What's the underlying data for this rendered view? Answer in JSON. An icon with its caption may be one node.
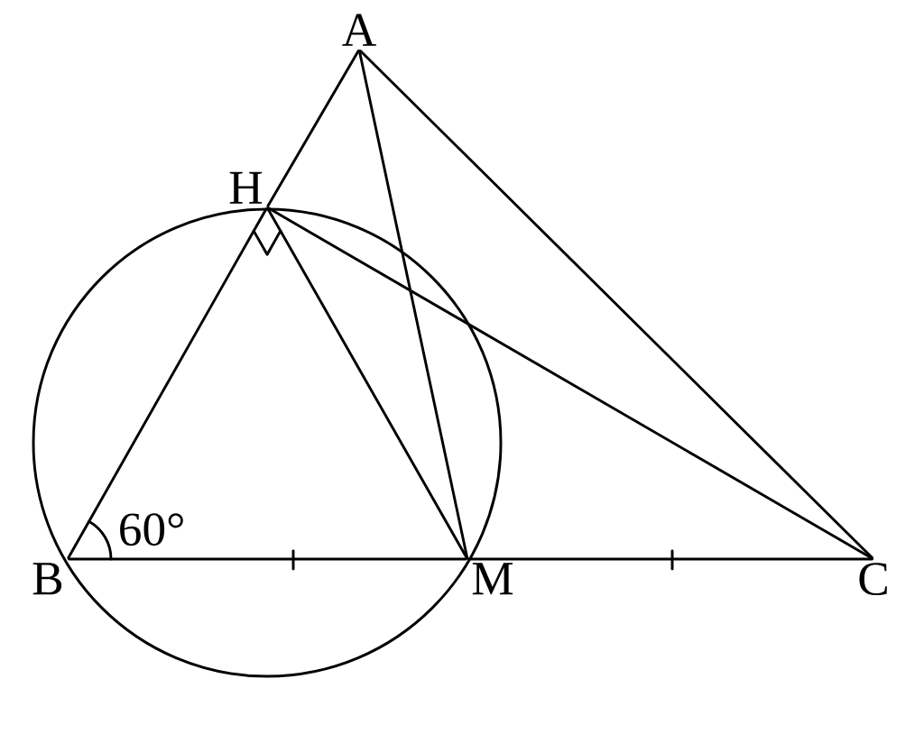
{
  "diagram": {
    "nodes": [
      {
        "text": [
          "A"
        ]
      },
      {
        "text": [
          "H"
        ]
      },
      {
        "text": [
          "B"
        ]
      },
      {
        "text": [
          "M"
        ]
      },
      {
        "text": [
          "C"
        ]
      }
    ],
    "edges": [
      {
        "from": 0,
        "to": 1,
        "arrow": "none"
      },
      {
        "from": 1,
        "to": 2,
        "arrow": "none"
      },
      {
        "from": 0,
        "to": 4,
        "arrow": "none"
      },
      {
        "from": 0,
        "to": 3,
        "arrow": "none"
      },
      {
        "from": 1,
        "to": 3,
        "arrow": "none"
      },
      {
        "from": 1,
        "to": 4,
        "arrow": "none"
      },
      {
        "from": 2,
        "to": 3,
        "arrow": "none"
      },
      {
        "from": 3,
        "to": 4,
        "arrow": "none"
      }
    ],
    "labels": [
      "60°"
    ]
  }
}
